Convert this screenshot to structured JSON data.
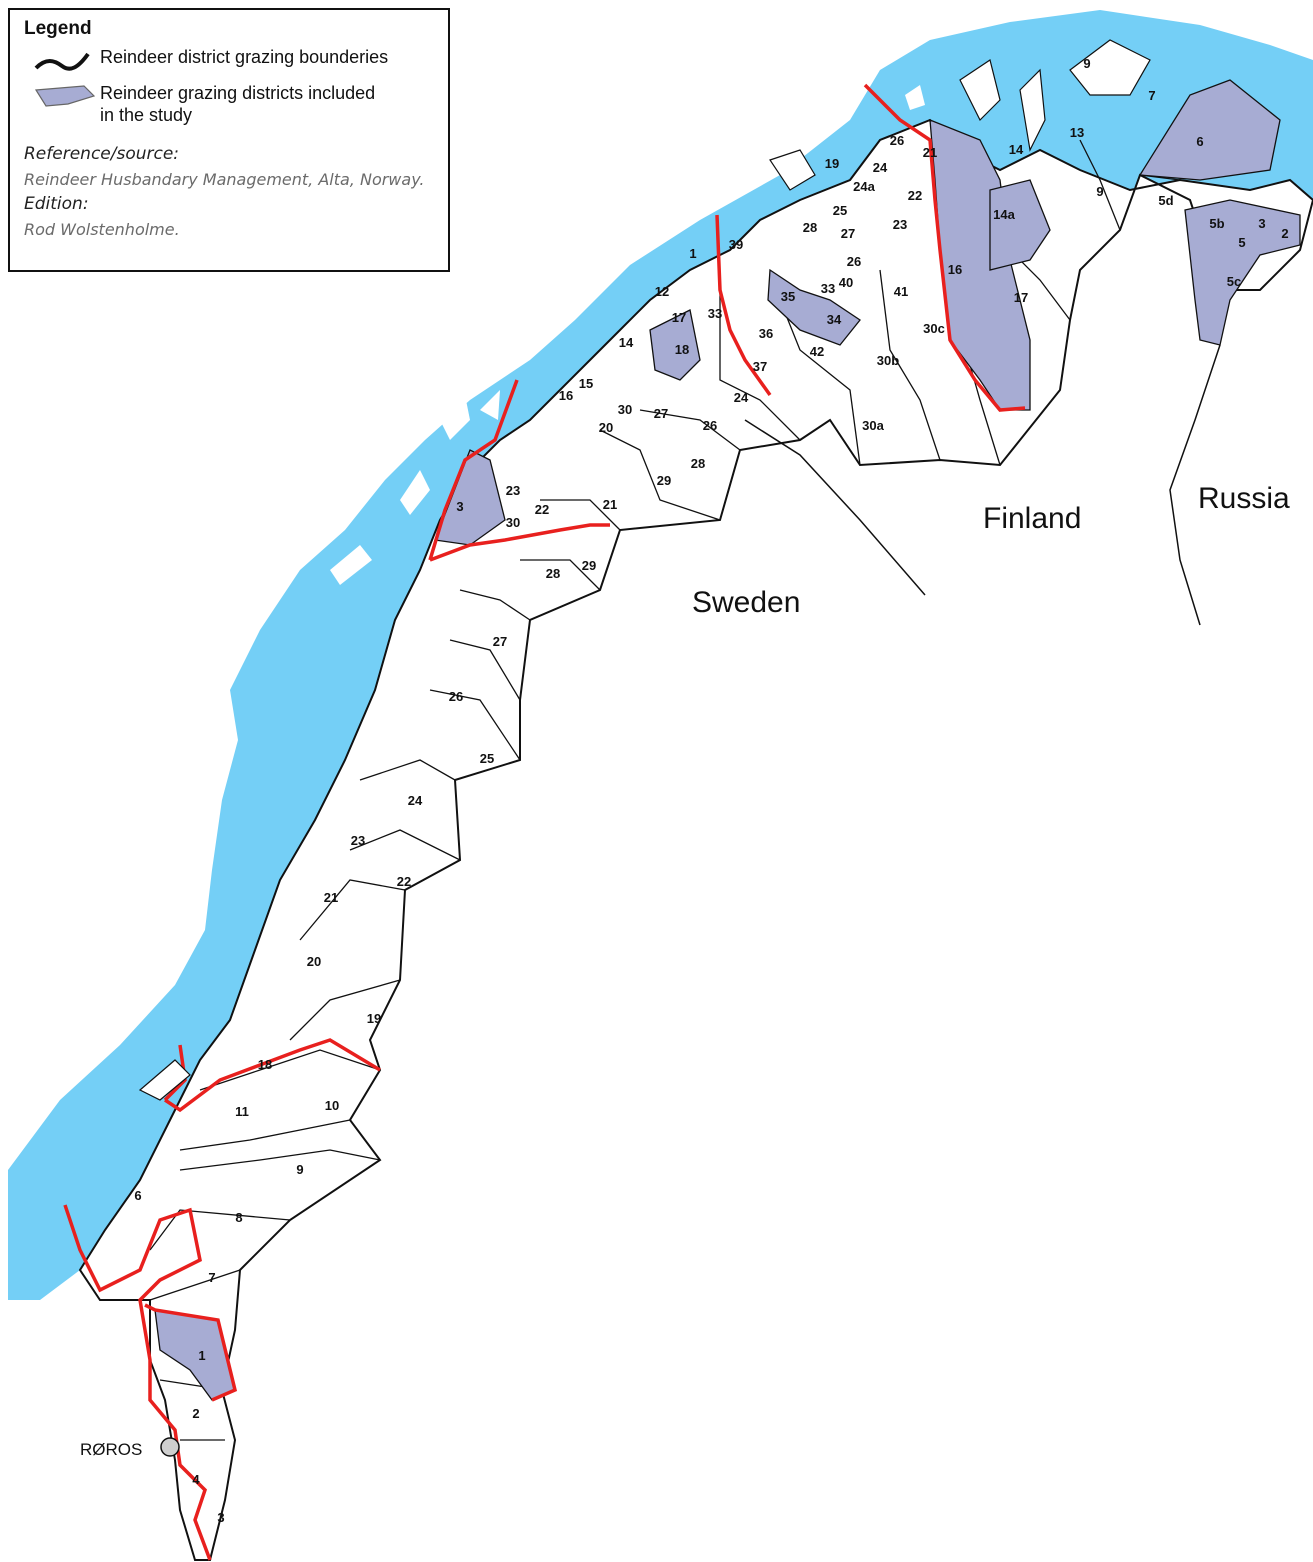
{
  "legend": {
    "title": "Legend",
    "items": [
      {
        "label": "Reindeer district grazing bounderies"
      },
      {
        "label_line1": "Reindeer grazing districts included",
        "label_line2": "in the study"
      }
    ],
    "reference_label": "Reference/source:",
    "reference_value": "Reindeer Husbandary Management, Alta, Norway.",
    "edition_label": "Edition:",
    "edition_value": "Rod Wolstenholme."
  },
  "countries": {
    "finland": "Finland",
    "russia": "Russia",
    "sweden": "Sweden"
  },
  "town": "RØROS",
  "colors": {
    "sea": "#74CFF6",
    "study_district": "#A7ACD3",
    "study_boundary": "#E8201E",
    "boundary": "#111111"
  },
  "district_labels": [
    "1",
    "2",
    "3",
    "4",
    "6",
    "7",
    "8",
    "9",
    "10",
    "11",
    "18",
    "19",
    "20",
    "21",
    "22",
    "23",
    "24",
    "25",
    "26",
    "27",
    "28",
    "29",
    "21",
    "22",
    "30",
    "3",
    "23",
    "15",
    "16",
    "20",
    "30",
    "27",
    "26",
    "28",
    "29",
    "14",
    "12",
    "17",
    "18",
    "33",
    "1",
    "39",
    "37",
    "36",
    "24",
    "35",
    "34",
    "33",
    "40",
    "42",
    "26",
    "23",
    "22",
    "21",
    "26",
    "24",
    "25",
    "24a",
    "27",
    "28",
    "19",
    "41",
    "30a",
    "30b",
    "30c",
    "16",
    "14",
    "14a",
    "17",
    "9",
    "13",
    "9",
    "7",
    "6",
    "5d",
    "5b",
    "5",
    "3",
    "2",
    "5c"
  ]
}
